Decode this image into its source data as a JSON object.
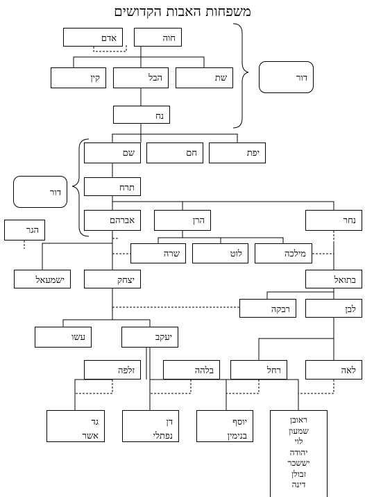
{
  "title": "משפחות האבות הקדושים",
  "dor_label": "דור",
  "people": {
    "adam": "אדם",
    "chava": "חוה",
    "kayin": "קין",
    "hevel": "הבל",
    "shet": "שת",
    "noach": "נח",
    "shem": "שם",
    "cham": "חם",
    "yefet": "יפת",
    "terach": "תרח",
    "avraham": "אברהם",
    "haran": "הרן",
    "nachor": "נחר",
    "hagar": "הגר",
    "sarah": "שרה",
    "lot": "לוט",
    "milka": "מילכה",
    "yishmael": "ישמעאל",
    "yitzchak": "יצחק",
    "betuel": "בתואל",
    "rivka": "רבקה",
    "lavan": "לבן",
    "esav": "עשו",
    "yaakov": "יעקב",
    "zilpa": "זלפה",
    "bilha": "בלהה",
    "rachel": "רחל",
    "leah": "לאה"
  },
  "children_groups": {
    "zilpa": [
      "גד",
      "אשר"
    ],
    "bilha": [
      "דן",
      "נפתלי"
    ],
    "rachel": [
      "יוסף",
      "בנימין"
    ],
    "leah": [
      "ראובן",
      "שמעון",
      "לוי",
      "יהודה",
      "יששכר",
      "זבולן",
      "דינה"
    ]
  }
}
